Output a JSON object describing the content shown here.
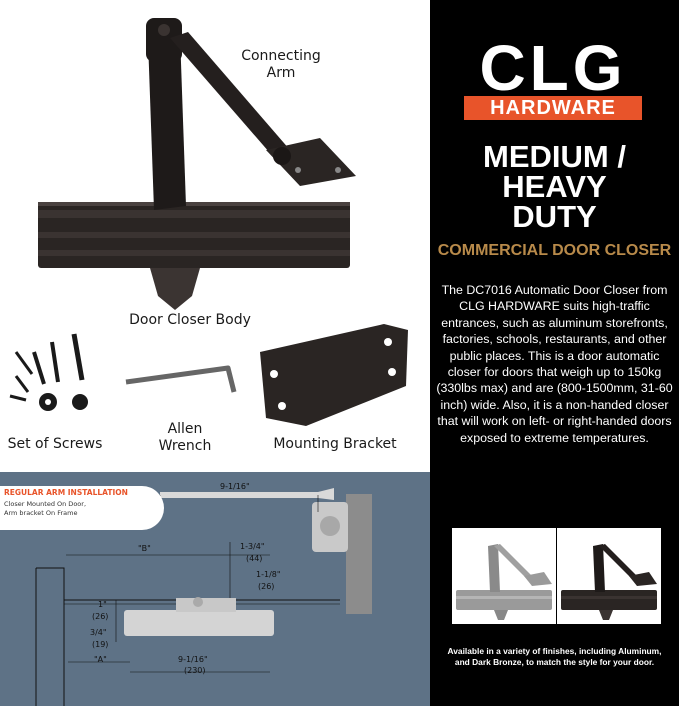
{
  "labels": {
    "connecting_arm": "Connecting Arm",
    "door_closer_body": "Door Closer Body",
    "set_of_screws": "Set of Screws",
    "allen_wrench": "Allen Wrench",
    "mounting_bracket": "Mounting Bracket"
  },
  "diagram": {
    "tag_title": "REGULAR ARM INSTALLATION",
    "tag_line1": "Closer Mounted On Door,",
    "tag_line2": "Arm bracket On Frame",
    "dims": {
      "top_arm": "9-1/16\"",
      "b": "\"B\"",
      "d1": "1-3/4\"",
      "d1mm": "(44)",
      "d2": "1-1/8\"",
      "d2mm": "(26)",
      "d3": "1\"",
      "d3mm": "(26)",
      "d4": "3/4\"",
      "d4mm": "(19)",
      "a": "\"A\"",
      "bottom": "9-1/16\"",
      "bottom_mm": "(230)"
    }
  },
  "brand": {
    "logo_text": "CLG",
    "logo_sub": "HARDWARE",
    "headline_line1": "MEDIUM /",
    "headline_line2": "HEAVY",
    "headline_line3": "DUTY",
    "subhead": "COMMERCIAL DOOR CLOSER",
    "description": "The DC7016 Automatic Door Closer from CLG HARDWARE suits high-traffic entrances, such as aluminum storefronts, factories, schools, restaurants, and other public places. This is a door automatic closer for doors that weigh up to 150kg (330lbs max) and are (800-1500mm, 31-60 inch) wide. Also, it is a non-handed closer that will work on left- or right-handed doors exposed to extreme temperatures.",
    "footnote": "Available in a variety of finishes, including Aluminum, and Dark Bronze, to match the style for your door."
  },
  "colors": {
    "accent_orange": "#e8542a",
    "subhead_gold": "#b88a4a",
    "dark_bronze": "#2a2523",
    "diagram_bg": "#5e7286"
  }
}
